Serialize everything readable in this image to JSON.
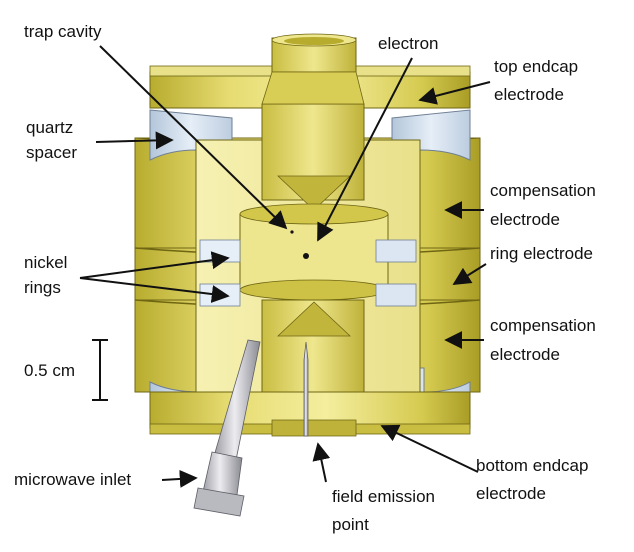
{
  "labels": {
    "trap_cavity": "trap cavity",
    "electron": "electron",
    "top_endcap_1": "top endcap",
    "top_endcap_2": "electrode",
    "quartz_1": "quartz",
    "quartz_2": "spacer",
    "compensation_top_1": "compensation",
    "compensation_top_2": "electrode",
    "nickel_1": "nickel",
    "nickel_2": "rings",
    "ring_electrode": "ring electrode",
    "compensation_bottom_1": "compensation",
    "compensation_bottom_2": "electrode",
    "scale": "0.5 cm",
    "microwave_inlet": "microwave inlet",
    "field_emission_1": "field emission",
    "field_emission_2": "point",
    "bottom_endcap_1": "bottom endcap",
    "bottom_endcap_2": "electrode"
  },
  "colors": {
    "gold_light": "#f1ea98",
    "gold": "#d8cd55",
    "gold_dark": "#a99d26",
    "gold_edge": "#6f6613",
    "quartz": "#dbe6f2",
    "quartz_dark": "#a8bdd3",
    "steel_light": "#e4e4e8",
    "steel_dark": "#8e8e96",
    "line": "#111111"
  }
}
